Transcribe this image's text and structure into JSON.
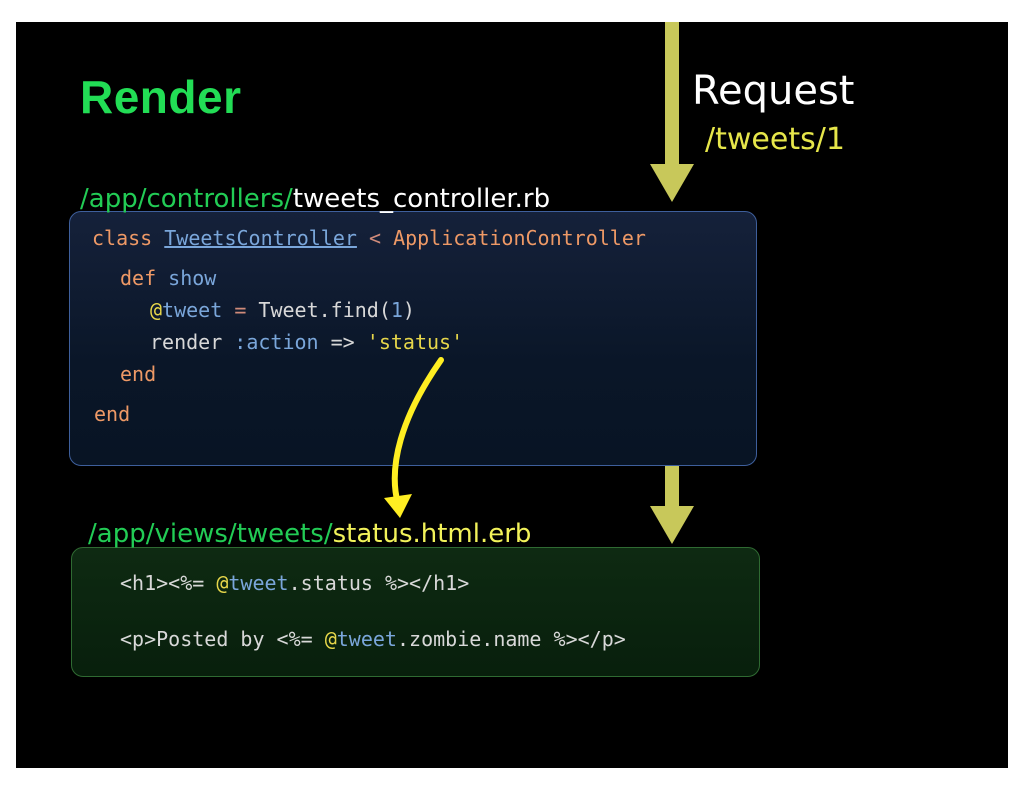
{
  "slide": {
    "title": "Render",
    "request": {
      "label": "Request",
      "path": "/tweets/1"
    },
    "controller": {
      "path_prefix": "/app/controllers/",
      "path_file": "tweets_controller.rb",
      "code": {
        "l1_class": "class",
        "l1_name": "TweetsController",
        "l1_lt": "<",
        "l1_parent": "ApplicationController",
        "l2_def": "def",
        "l2_show": "show",
        "l3_at": "@",
        "l3_ivar": "tweet",
        "l3_eq": "=",
        "l3_model": "Tweet",
        "l3_find": ".find(",
        "l3_num": "1",
        "l3_close": ")",
        "l4_render": "render",
        "l4_sym": ":action",
        "l4_arrow": "=>",
        "l4_str": "'status'",
        "l5_end": "end",
        "l6_end": "end"
      }
    },
    "view": {
      "path_prefix": "/app/views/tweets/",
      "path_file": "status.html.erb",
      "code": {
        "l1_open": "<h1>",
        "l1_erb_open": "<%=",
        "l1_at": "@",
        "l1_ivar": "tweet",
        "l1_attr": ".status",
        "l1_erb_close": "%>",
        "l1_close": "</h1>",
        "l2_open": "<p>",
        "l2_text": "Posted by",
        "l2_erb_open": "<%=",
        "l2_at": "@",
        "l2_ivar": "tweet",
        "l2_attr": ".zombie.name",
        "l2_erb_close": "%>",
        "l2_close": "</p>"
      }
    },
    "colors": {
      "title": "#22dd55",
      "request_path": "#e6e64a",
      "path_prefix": "#22cc55",
      "controller_file": "#ffffff",
      "view_file": "#f2f25a",
      "flow_arrow": "#c8c85a",
      "render_arrow": "#ffee22"
    },
    "icons": [
      "down-arrow-icon",
      "curved-arrow-icon"
    ]
  }
}
